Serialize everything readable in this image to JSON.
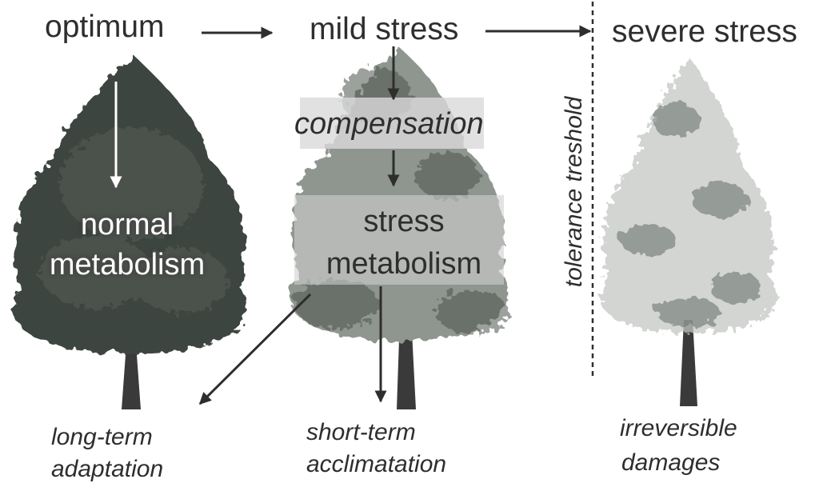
{
  "stages": {
    "optimum": "optimum",
    "mild": "mild stress",
    "severe": "severe stress"
  },
  "inner": {
    "compensation": "compensation",
    "normal_line1": "normal",
    "normal_line2": "metabolism",
    "stress_line1": "stress",
    "stress_line2": "metabolism"
  },
  "threshold": "tolerance treshold",
  "outcomes": {
    "long_line1": "long-term",
    "long_line2": "adaptation",
    "short_line1": "short-term",
    "short_line2": "acclimatation",
    "irr_line1": "irreversible",
    "irr_line2": "damages"
  },
  "icons": [
    "healthy-tree-icon",
    "stressed-tree-icon",
    "damaged-tree-icon"
  ],
  "colors": {
    "text": "#2e2e2e",
    "arrow": "#2e2e2e",
    "tree_dark": "#3d4540",
    "tree_mid": "#9aa09a",
    "tree_light": "#c9ccc9",
    "band": "#d9d9d9"
  }
}
